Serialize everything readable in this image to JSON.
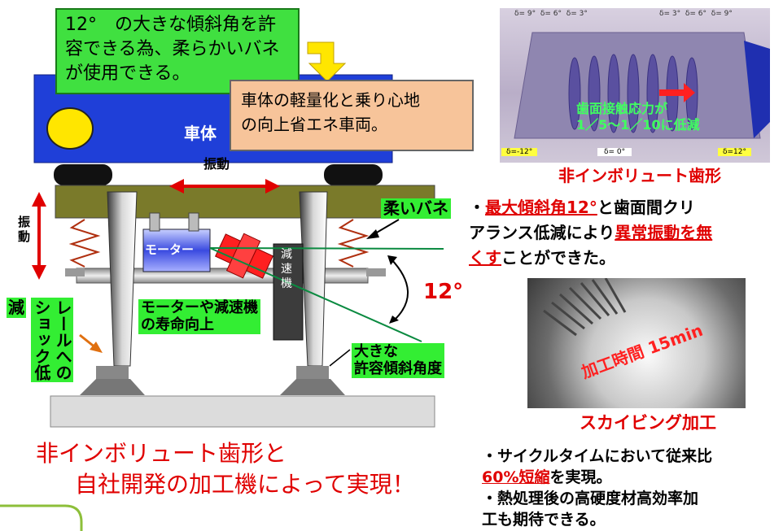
{
  "left": {
    "callout_green": [
      "12°　の大きな傾斜角を許",
      "容できる為、柔らかいバネ",
      "が使用できる。"
    ],
    "callout_orange": [
      "車体の軽量化と乗り心地",
      "の向上省エネ車両。"
    ],
    "body_label": "車体",
    "shake_h": "振動",
    "shake_v": "振\n動",
    "soft_spring": "柔いバネ",
    "motor": "モーター",
    "reducer": "減\n速\n機",
    "angle": "12°",
    "life": [
      "モーターや減速機",
      "の寿命向上"
    ],
    "impact_col1": "減",
    "impact_col2": "ショック低",
    "impact_col3": "レールへの",
    "allow": [
      "大きな",
      "許容傾斜角度"
    ],
    "caption_l1": "非インボリュート歯形と",
    "caption_l2": "自社開発の加工機によって実現！"
  },
  "right": {
    "gear_image": {
      "deltas_left": "δ= 9°  δ= 6°  δ= 3°",
      "deltas_right": "δ= 3°  δ= 6°  δ= 9°",
      "overlay": [
        "歯面接触応力が",
        "1／5～1／10に低減"
      ],
      "tag_left": "δ=-12°",
      "tag_mid": "δ= 0°",
      "tag_right": "δ=12°"
    },
    "gear_caption": "非インボリュート歯形",
    "para1": {
      "b1": "・",
      "u1": "最大傾斜角12°",
      "t1": "と歯面間クリ",
      "t2": "アランス低減により",
      "u2": "異常振動を無",
      "u3": "くす",
      "t3": "ことができた。"
    },
    "skiving_image": {
      "overlay1": "加工時間",
      "overlay2": "15min"
    },
    "skiving_caption": "スカイビング加工",
    "para2": {
      "t1": "・サイクルタイムにおいて従来比",
      "u1": "60%短縮",
      "t2": "を実現。",
      "t3": "・熱処理後の高硬度材高効率加",
      "t4": "工も期待できる。"
    }
  },
  "colors": {
    "body_blue": "#1f3fd8",
    "green": "#33ee33",
    "orange": "#f7c49a",
    "red": "#e00000",
    "olive": "#7a7a2a"
  }
}
